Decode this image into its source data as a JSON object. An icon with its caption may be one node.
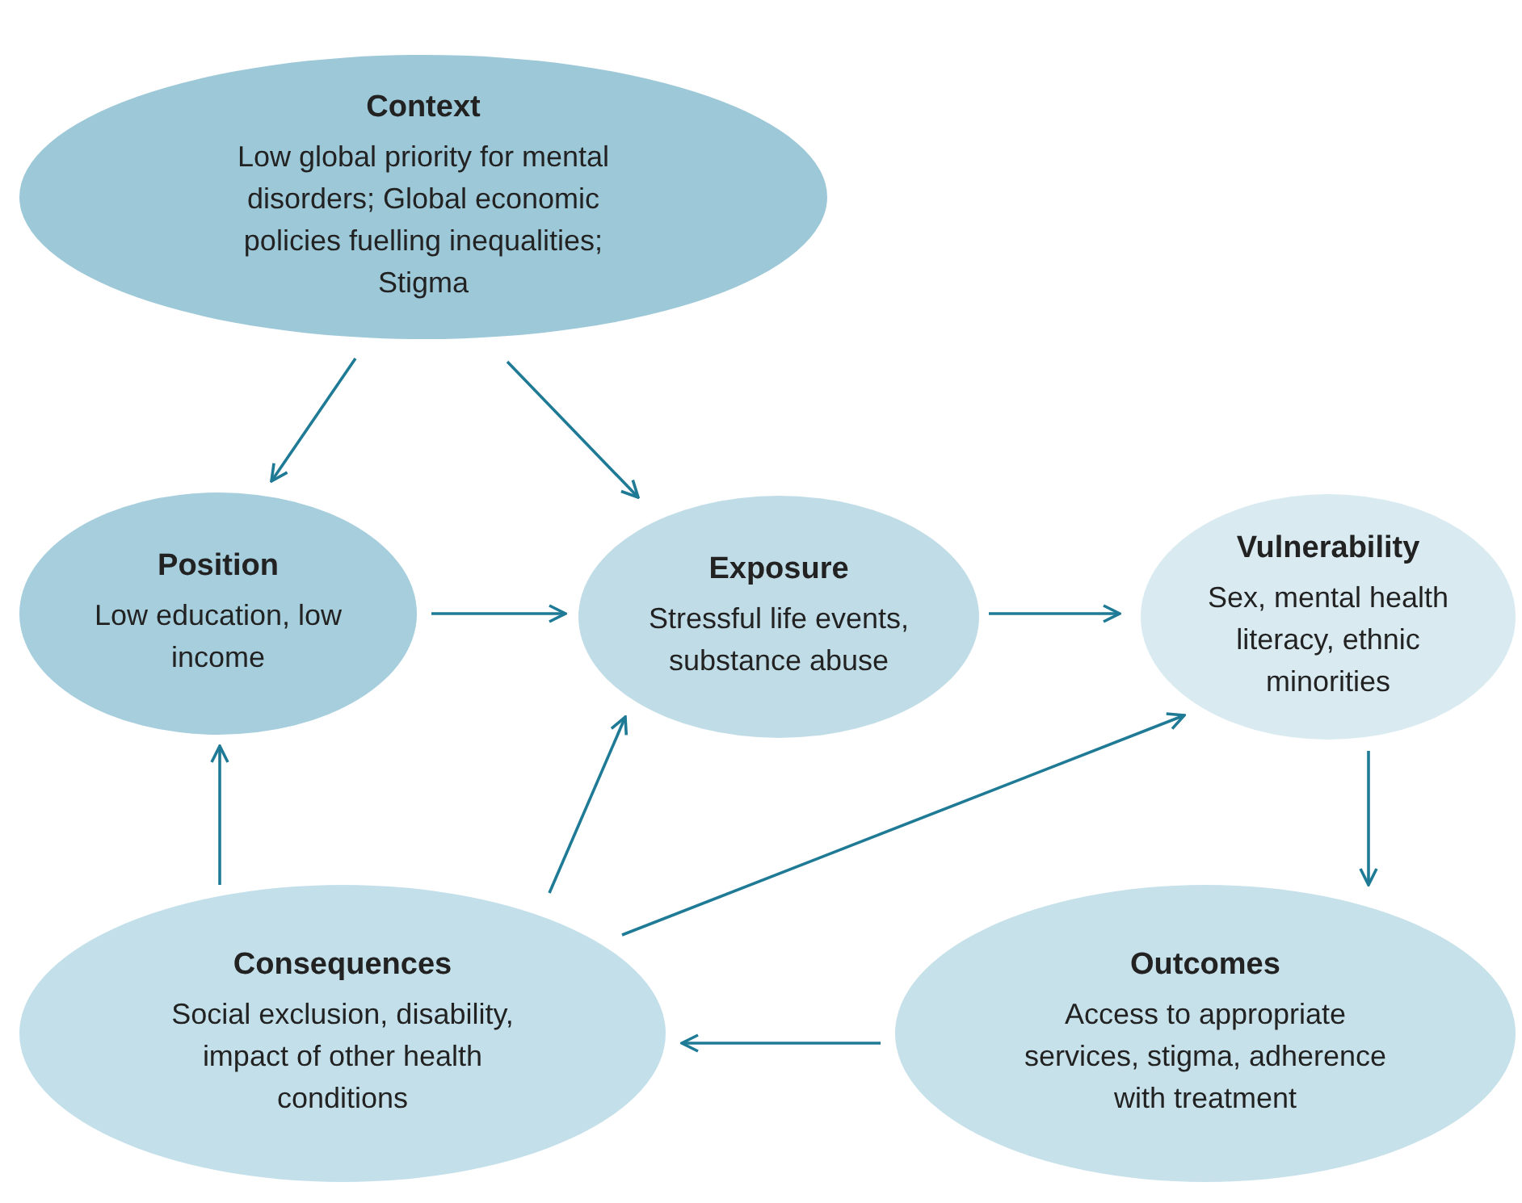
{
  "diagram": {
    "nodes": [
      {
        "text": [
          "Context",
          "Low global priority for mental disorders; Global economic policies fuelling inequalities; Stigma"
        ]
      },
      {
        "text": [
          "Position",
          "Low education, low income"
        ]
      },
      {
        "text": [
          "Exposure",
          "Stressful life events, substance abuse"
        ]
      },
      {
        "text": [
          "Vulnerability",
          "Sex, mental health literacy, ethnic minorities"
        ]
      },
      {
        "text": [
          "Consequences",
          "Social exclusion, disability, impact of other health conditions"
        ]
      },
      {
        "text": [
          "Outcomes",
          "Access to appropriate services, stigma, adherence with treatment"
        ]
      }
    ],
    "edges": [
      {
        "from": 0,
        "to": 1,
        "arrow": "to"
      },
      {
        "from": 0,
        "to": 2,
        "arrow": "to"
      },
      {
        "from": 1,
        "to": 2,
        "arrow": "to"
      },
      {
        "from": 2,
        "to": 3,
        "arrow": "to"
      },
      {
        "from": 3,
        "to": 5,
        "arrow": "to"
      },
      {
        "from": 5,
        "to": 4,
        "arrow": "to"
      },
      {
        "from": 4,
        "to": 1,
        "arrow": "to"
      },
      {
        "from": 4,
        "to": 2,
        "arrow": "to"
      },
      {
        "from": 4,
        "to": 3,
        "arrow": "to"
      }
    ]
  }
}
